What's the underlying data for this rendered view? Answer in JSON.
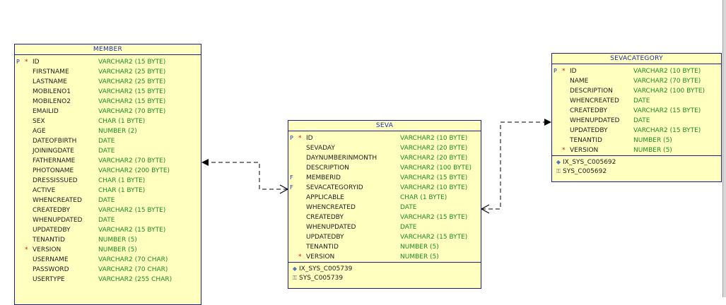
{
  "entities": [
    {
      "id": "member",
      "title": "MEMBER",
      "columns": [
        {
          "key": "P",
          "req": "*",
          "name": "ID",
          "type": "VARCHAR2 (15 BYTE)"
        },
        {
          "key": "",
          "req": "",
          "name": "FIRSTNAME",
          "type": "VARCHAR2 (25 BYTE)"
        },
        {
          "key": "",
          "req": "",
          "name": "LASTNAME",
          "type": "VARCHAR2 (25 BYTE)"
        },
        {
          "key": "",
          "req": "",
          "name": "MOBILENO1",
          "type": "VARCHAR2 (15 BYTE)"
        },
        {
          "key": "",
          "req": "",
          "name": "MOBILENO2",
          "type": "VARCHAR2 (15 BYTE)"
        },
        {
          "key": "",
          "req": "",
          "name": "EMAILID",
          "type": "VARCHAR2 (70 BYTE)"
        },
        {
          "key": "",
          "req": "",
          "name": "SEX",
          "type": "CHAR (1 BYTE)"
        },
        {
          "key": "",
          "req": "",
          "name": "AGE",
          "type": "NUMBER (2)"
        },
        {
          "key": "",
          "req": "",
          "name": "DATEOFBIRTH",
          "type": "DATE"
        },
        {
          "key": "",
          "req": "",
          "name": "JOININGDATE",
          "type": "DATE"
        },
        {
          "key": "",
          "req": "",
          "name": "FATHERNAME",
          "type": "VARCHAR2 (70 BYTE)"
        },
        {
          "key": "",
          "req": "",
          "name": "PHOTONAME",
          "type": "VARCHAR2 (200 BYTE)"
        },
        {
          "key": "",
          "req": "",
          "name": "DRESSISSUED",
          "type": "CHAR (1 BYTE)"
        },
        {
          "key": "",
          "req": "",
          "name": "ACTIVE",
          "type": "CHAR (1 BYTE)"
        },
        {
          "key": "",
          "req": "",
          "name": "WHENCREATED",
          "type": "DATE"
        },
        {
          "key": "",
          "req": "",
          "name": "CREATEDBY",
          "type": "VARCHAR2 (15 BYTE)"
        },
        {
          "key": "",
          "req": "",
          "name": "WHENUPDATED",
          "type": "DATE"
        },
        {
          "key": "",
          "req": "",
          "name": "UPDATEDBY",
          "type": "VARCHAR2 (15 BYTE)"
        },
        {
          "key": "",
          "req": "",
          "name": "TENANTID",
          "type": "NUMBER (5)"
        },
        {
          "key": "",
          "req": "*",
          "name": "VERSION",
          "type": "NUMBER (5)"
        },
        {
          "key": "",
          "req": "",
          "name": "USERNAME",
          "type": "VARCHAR2 (70 CHAR)"
        },
        {
          "key": "",
          "req": "",
          "name": "PASSWORD",
          "type": "VARCHAR2 (70 CHAR)"
        },
        {
          "key": "",
          "req": "",
          "name": "USERTYPE",
          "type": "VARCHAR2 (255 CHAR)"
        }
      ],
      "indexes": []
    },
    {
      "id": "seva",
      "title": "SEVA",
      "columns": [
        {
          "key": "P",
          "req": "*",
          "name": "ID",
          "type": "VARCHAR2 (10 BYTE)"
        },
        {
          "key": "",
          "req": "",
          "name": "SEVADAY",
          "type": "VARCHAR2 (20 BYTE)"
        },
        {
          "key": "",
          "req": "",
          "name": "DAYNUMBERINMONTH",
          "type": "VARCHAR2 (20 BYTE)"
        },
        {
          "key": "",
          "req": "",
          "name": "DESCRIPTION",
          "type": "VARCHAR2 (100 BYTE)"
        },
        {
          "key": "F",
          "req": "",
          "name": "MEMBERID",
          "type": "VARCHAR2 (15 BYTE)"
        },
        {
          "key": "F",
          "req": "",
          "name": "SEVACATEGORYID",
          "type": "VARCHAR2 (10 BYTE)"
        },
        {
          "key": "",
          "req": "",
          "name": "APPLICABLE",
          "type": "CHAR (1 BYTE)"
        },
        {
          "key": "",
          "req": "",
          "name": "WHENCREATED",
          "type": "DATE"
        },
        {
          "key": "",
          "req": "",
          "name": "CREATEDBY",
          "type": "VARCHAR2 (15 BYTE)"
        },
        {
          "key": "",
          "req": "",
          "name": "WHENUPDATED",
          "type": "DATE"
        },
        {
          "key": "",
          "req": "",
          "name": "UPDATEDBY",
          "type": "VARCHAR2 (15 BYTE)"
        },
        {
          "key": "",
          "req": "",
          "name": "TENANTID",
          "type": "NUMBER (5)"
        },
        {
          "key": "",
          "req": "*",
          "name": "VERSION",
          "type": "NUMBER (5)"
        }
      ],
      "indexes": [
        {
          "icon": "index-icon",
          "label": "IX_SYS_C005739"
        },
        {
          "icon": "key-icon",
          "label": "SYS_C005739"
        }
      ]
    },
    {
      "id": "sevacategory",
      "title": "SEVACATEGORY",
      "columns": [
        {
          "key": "P",
          "req": "*",
          "name": "ID",
          "type": "VARCHAR2 (10 BYTE)"
        },
        {
          "key": "",
          "req": "",
          "name": "NAME",
          "type": "VARCHAR2 (70 BYTE)"
        },
        {
          "key": "",
          "req": "",
          "name": "DESCRIPTION",
          "type": "VARCHAR2 (100 BYTE)"
        },
        {
          "key": "",
          "req": "",
          "name": "WHENCREATED",
          "type": "DATE"
        },
        {
          "key": "",
          "req": "",
          "name": "CREATEDBY",
          "type": "VARCHAR2 (15 BYTE)"
        },
        {
          "key": "",
          "req": "",
          "name": "WHENUPDATED",
          "type": "DATE"
        },
        {
          "key": "",
          "req": "",
          "name": "UPDATEDBY",
          "type": "VARCHAR2 (15 BYTE)"
        },
        {
          "key": "",
          "req": "",
          "name": "TENANTID",
          "type": "NUMBER (5)"
        },
        {
          "key": "",
          "req": "*",
          "name": "VERSION",
          "type": "NUMBER (5)"
        }
      ],
      "indexes": [
        {
          "icon": "index-icon",
          "label": "IX_SYS_C005692"
        },
        {
          "icon": "key-icon",
          "label": "SYS_C005692"
        }
      ]
    }
  ],
  "relationships": [
    {
      "from": "seva",
      "to": "member",
      "style": "dashed"
    },
    {
      "from": "seva",
      "to": "sevacategory",
      "style": "dashed"
    }
  ],
  "colors": {
    "entity_fill": "#ffffc0",
    "entity_border": "#1b1b8a",
    "title_text": "#1c2cb8",
    "column_type": "#1e8c1e",
    "required_marker": "#d01010",
    "connector": "#000000"
  }
}
